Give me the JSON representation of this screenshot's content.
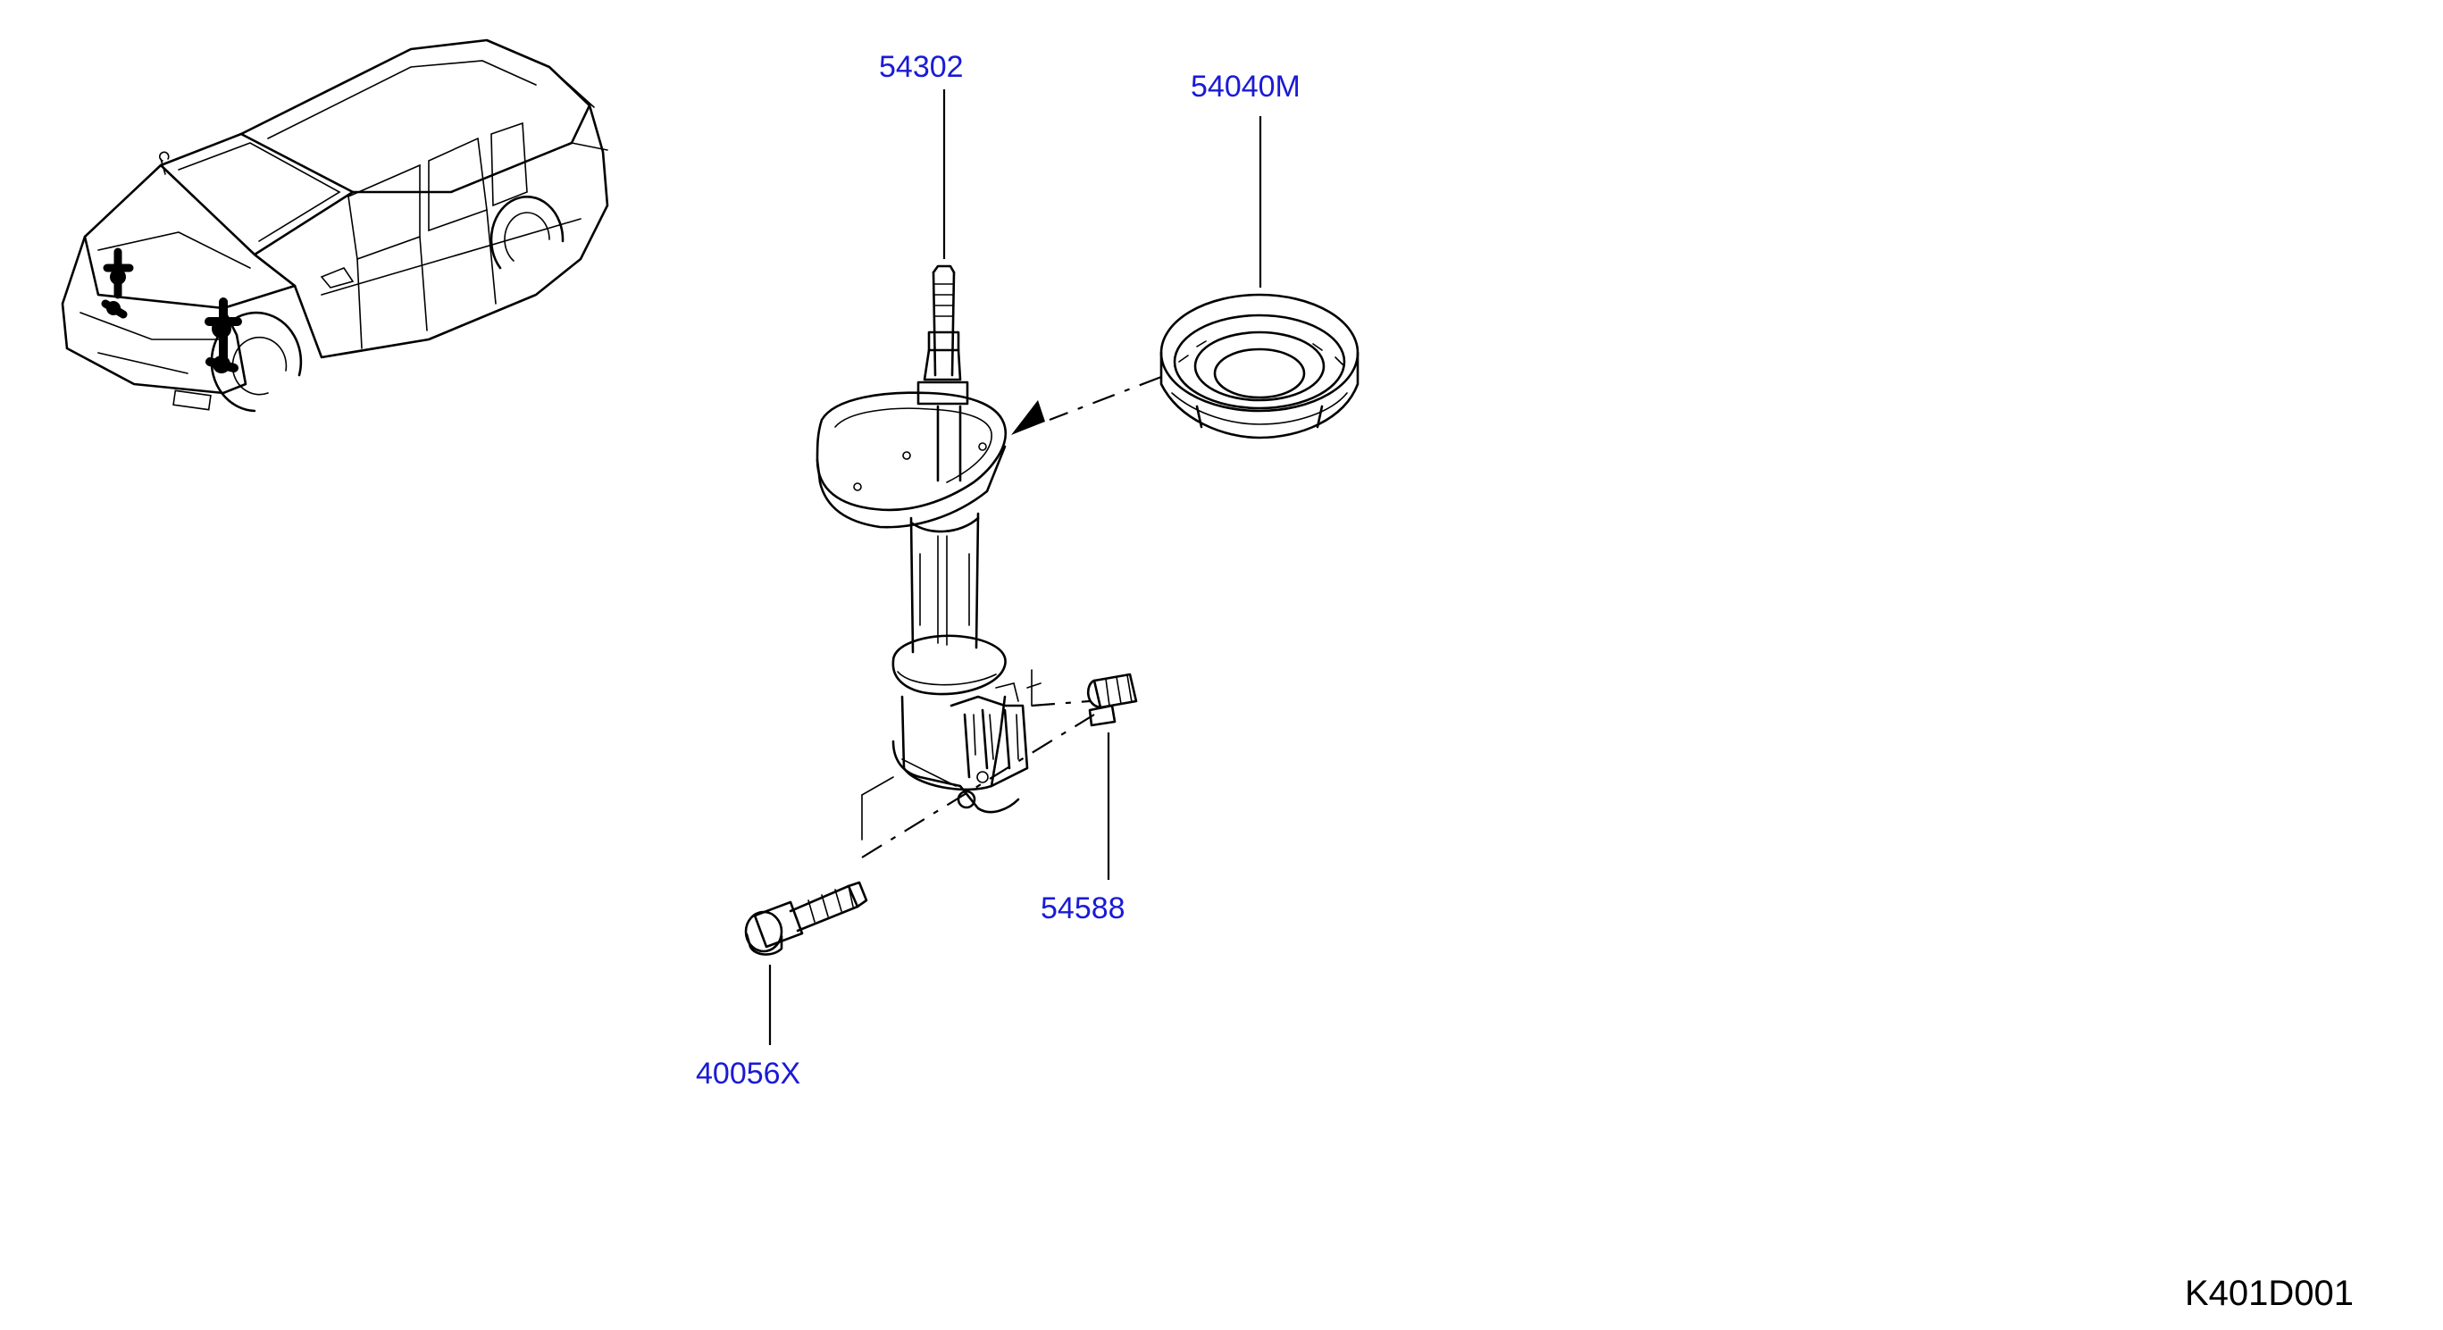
{
  "diagram": {
    "code": "K401D001",
    "label_color": "#1a1ad6",
    "parts": [
      {
        "number": "54302"
      },
      {
        "number": "54040M"
      },
      {
        "number": "54588"
      },
      {
        "number": "40056X"
      }
    ]
  }
}
